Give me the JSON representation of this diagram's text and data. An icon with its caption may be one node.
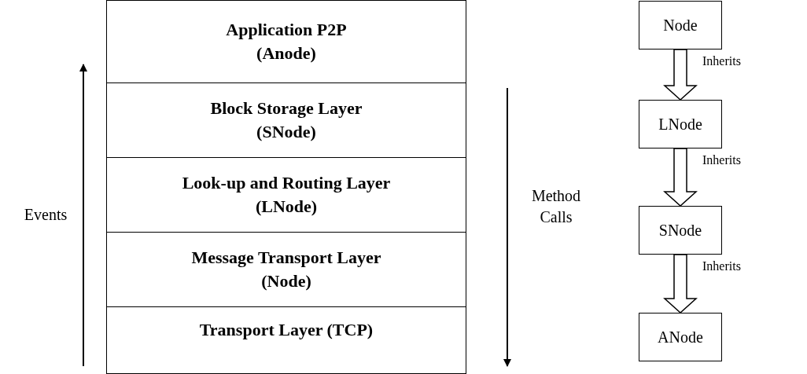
{
  "diagram": {
    "nodes": [
      {
        "text": [
          "Application P2P (Anode)"
        ]
      },
      {
        "text": [
          "Block Storage Layer (SNode)"
        ]
      },
      {
        "text": [
          "Look-up and Routing Layer (LNode)"
        ]
      },
      {
        "text": [
          "Message Transport Layer (Node)"
        ]
      },
      {
        "text": [
          "Transport Layer (TCP)"
        ]
      },
      {
        "text": [
          "Node"
        ]
      },
      {
        "text": [
          "LNode"
        ]
      },
      {
        "text": [
          "SNode"
        ]
      },
      {
        "text": [
          "ANode"
        ]
      }
    ],
    "edges": [
      {
        "from": 5,
        "to": 6,
        "arrow": "to",
        "label": "Inherits"
      },
      {
        "from": 6,
        "to": 7,
        "arrow": "to",
        "label": "Inherits"
      },
      {
        "from": 7,
        "to": 8,
        "arrow": "to",
        "label": "Inherits"
      }
    ],
    "labels": [
      "Events",
      "Method Calls"
    ]
  }
}
